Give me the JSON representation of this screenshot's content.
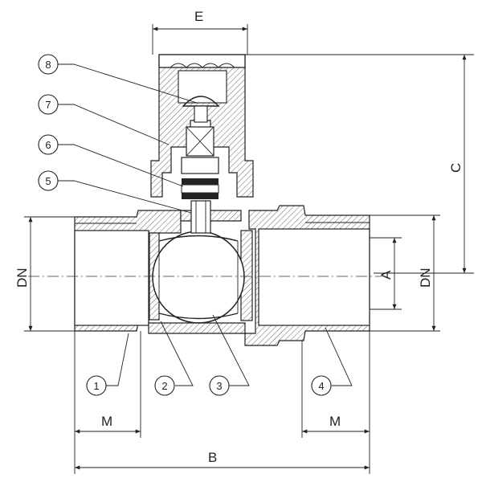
{
  "dimensions": {
    "E": "E",
    "C": "C",
    "A": "A",
    "DN_left": "DN",
    "DN_right": "DN",
    "M_left": "M",
    "M_right": "M",
    "B": "B"
  },
  "callouts": [
    "1",
    "2",
    "3",
    "4",
    "5",
    "6",
    "7",
    "8"
  ]
}
